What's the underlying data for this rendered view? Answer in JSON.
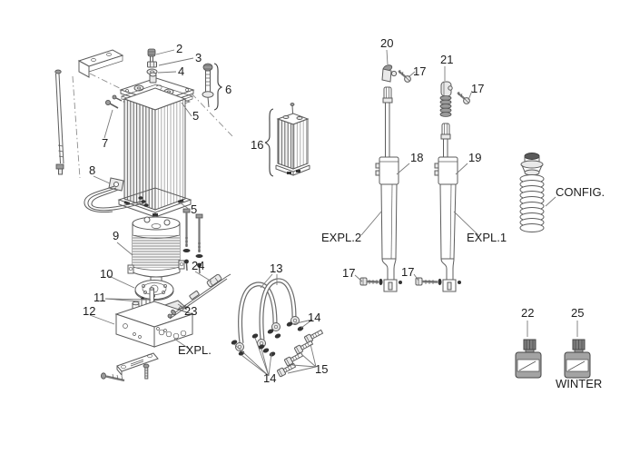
{
  "diagram": {
    "type": "exploded-parts-diagram",
    "colors": {
      "background": "#ffffff",
      "line": "#5c5c5c",
      "leader": "#7a7a7a",
      "text": "#1d1d1d",
      "dark_fill": "#333333",
      "gray_fill": "#9a9a9a"
    },
    "callouts": {
      "2": "2",
      "3": "3",
      "4": "4",
      "5": "5",
      "6": "6",
      "7": "7",
      "8": "8",
      "9": "9",
      "10": "10",
      "11": "11",
      "12": "12",
      "13": "13",
      "14": "14",
      "15": "15",
      "16": "16",
      "17": "17",
      "18": "18",
      "19": "19",
      "20": "20",
      "21": "21",
      "22": "22",
      "23": "23",
      "24": "24",
      "25": "25"
    },
    "labels": {
      "expl": "EXPL.",
      "expl_1": "EXPL.1",
      "expl_2": "EXPL.2",
      "config": "CONFIG.",
      "winter": "WINTER"
    }
  }
}
